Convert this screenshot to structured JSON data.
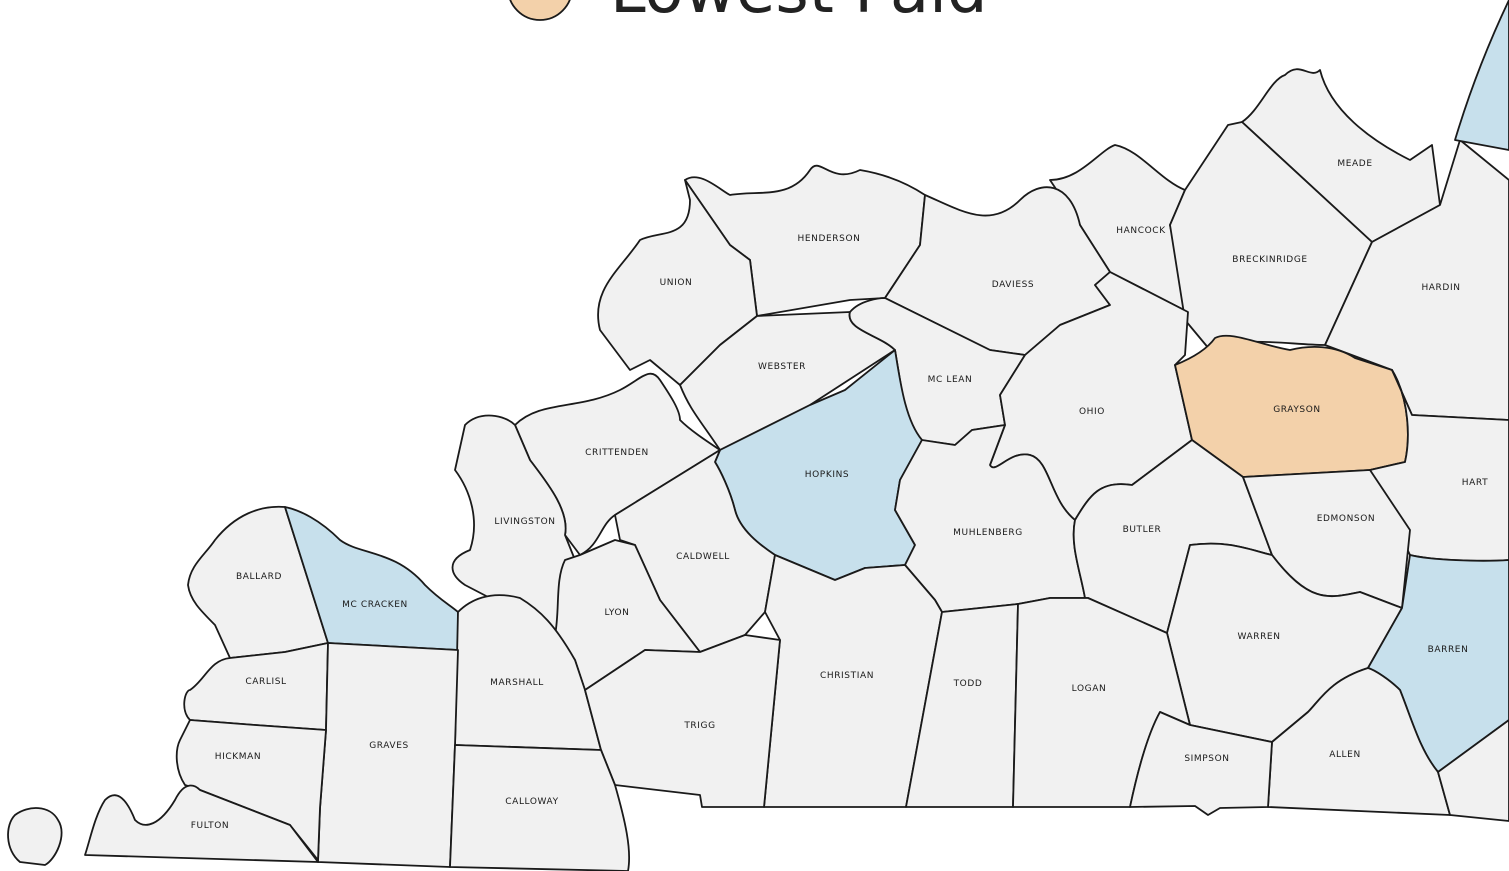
{
  "legend": {
    "label": "Lowest Paid"
  },
  "colors": {
    "default": "#f1f1f1",
    "highlight_blue": "#c7e0ec",
    "lowest_paid": "#f3d1aa",
    "border": "#1a1a1a"
  },
  "counties": {
    "meade": "MEADE",
    "hancock": "HANCOCK",
    "breckinridge": "BRECKINRIDGE",
    "hardin": "HARDIN",
    "henderson": "HENDERSON",
    "daviess": "DAVIESS",
    "union": "UNION",
    "webster": "WEBSTER",
    "mclean": "MC LEAN",
    "ohio": "OHIO",
    "grayson": "GRAYSON",
    "crittenden": "CRITTENDEN",
    "hopkins": "HOPKINS",
    "hart": "HART",
    "livingston": "LIVINGSTON",
    "muhlenberg": "MUHLENBERG",
    "butler": "BUTLER",
    "edmonson": "EDMONSON",
    "caldwell": "CALDWELL",
    "ballard": "BALLARD",
    "mccracken": "MC CRACKEN",
    "lyon": "LYON",
    "warren": "WARREN",
    "barren": "BARREN",
    "carlisl": "CARLISL",
    "christian": "CHRISTIAN",
    "marshall": "MARSHALL",
    "todd": "TODD",
    "logan": "LOGAN",
    "trigg": "TRIGG",
    "graves": "GRAVES",
    "hickman": "HICKMAN",
    "allen": "ALLEN",
    "simpson": "SIMPSON",
    "calloway": "CALLOWAY",
    "fulton": "FULTON"
  }
}
